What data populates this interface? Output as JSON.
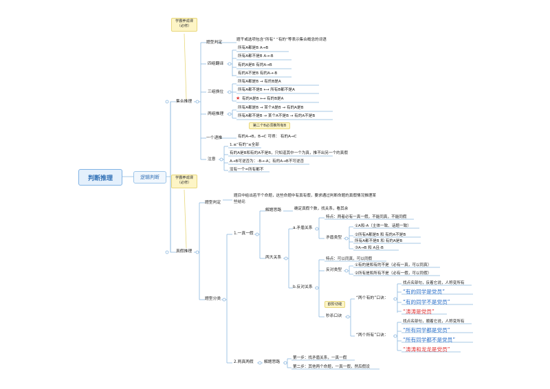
{
  "root": "判断推理",
  "level1": "逻辑判断",
  "notes": {
    "n1": [
      "学霸养成课",
      "（必修）"
    ],
    "n2": [
      "学霸养成课",
      "（必修）"
    ],
    "n3": "第二个B必须推所有B",
    "n4": "欧阶切缝"
  },
  "set": {
    "title": "集合推理",
    "qtype": {
      "label": "题型判定",
      "desc": "题干或选项包含“所有” “有的”等表示集合概念的词语"
    },
    "translate": {
      "label": "四组翻译",
      "items": [
        "所有A都是B          A→B",
        "所有A都不是B         A→-B",
        "有的A是B               有的A→B",
        "有的A不是B             有的A→-B"
      ]
    },
    "swap": {
      "label": "三组换位",
      "items": [
        "所有A都是B       →       有的B是A",
        "所有A都不是B      ⟷       所有B都不是A",
        "有的A是B           ⟷       有的B是A"
      ]
    },
    "chain": {
      "label": "两组推理",
      "items": [
        "所有A都是B  →  某个A是B   →   有的A是B",
        "所有A都不是B  →   某个A不是B   →   有的A不是B"
      ]
    },
    "pass": {
      "label": "一个递推",
      "desc": "有的A→B，B→C  可得：  有的A→C"
    },
    "attention": {
      "label": "注意",
      "items": [
        "1.≤“有的”≤全部",
        "有的A是B和有的A不是B，只知道其中一个为真，推不出另一个的真假",
        "A→B可逆否为：-B→-A；有的A→B不可逆否",
        "没有一个=所有都不"
      ]
    }
  },
  "truth": {
    "title": "真假推理",
    "qtype": {
      "label": "题型判定",
      "desc": [
        "题目中给出若干个命题，这些命题中有真有假，要求通过判断命题的真假情况推理某",
        "些结论"
      ]
    },
    "classify": {
      "label": "题型分类",
      "oneTrue": {
        "label": "1.一真一假",
        "ideas": {
          "label": "解题思路",
          "desc": "确定真假个数，找关系，看其余"
        },
        "rel": {
          "label": "两大关系",
          "contra": {
            "label": "a.矛盾关系",
            "feature": "特点：两者必有一真一假，不能同真，不能同假",
            "typesLabel": "矛盾类型",
            "types": [
              "①A和-A（主体一致、话题一致）",
              "②所有A都是B       和       有的A不是B",
              "   所有A都不是B    和      有的A是B",
              "③A→B      和       A且-B"
            ]
          },
          "opp": {
            "label": "b.反对关系",
            "feature": "特点：可以同真，可以同假",
            "typesLabel": "反对类型",
            "types": [
              "①有的是和有的不是（必有一真，可以同真）",
              "②所有是和所有不是（必有一假，可以同假）"
            ],
            "tipsLabel": "秒杀口诀",
            "someLabel": "“两个有的”口诀：",
            "someDesc": "找点名部句，反着它说，人称变所有",
            "someEx": [
              "“有的同学是党员”",
              "“有的同学不是党员”",
              "“涛涛是党员”"
            ],
            "allLabel": "“两个所有”口诀：",
            "allDesc": "找点名部句，顺着它说，人称变所有",
            "allEx": [
              "“所有同学都是党员”",
              "“所有同学都不是党员”",
              "“涛涛和龙龙是党员”"
            ]
          }
        }
      },
      "twoTrue": {
        "label": "2.两真两假",
        "ideas": {
          "label": "解题思路",
          "steps": [
            "第一步：找矛盾关系，一真一假",
            "第二步：其他两个命题，一真一假，然后假设"
          ]
        }
      }
    }
  }
}
